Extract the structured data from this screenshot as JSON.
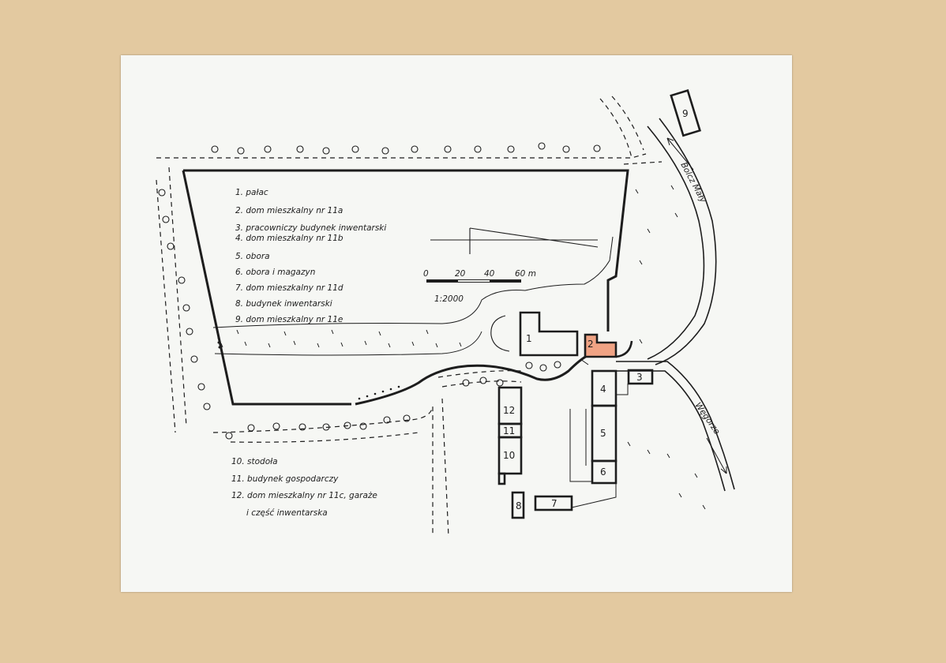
{
  "legend": {
    "items": [
      "1. pałac",
      "2. dom mieszkalny nr 11a",
      "3. pracowniczy budynek inwentarski",
      "4. dom mieszkalny nr 11b",
      "5. obora",
      "6. obora i magazyn",
      "7. dom mieszkalny nr 11d",
      "8. budynek inwentarski",
      "9. dom mieszkalny nr 11e"
    ],
    "items2": [
      "10. stodoła",
      "11. budynek gospodarczy",
      "12. dom mieszkalny nr 11c, garaże"
    ],
    "item12_cont": "i część inwentarska"
  },
  "scale": {
    "ticks": [
      "0",
      "20",
      "40",
      "60 m"
    ],
    "ratio": "1:2000"
  },
  "roads": {
    "upper": "Bolcz Mały",
    "lower": "Węgorze"
  },
  "buildings": {
    "b1": "1",
    "b2": "2",
    "b3": "3",
    "b4": "4",
    "b5": "5",
    "b6": "6",
    "b7": "7",
    "b8": "8",
    "b9": "9",
    "b10": "10",
    "b11": "11",
    "b12": "12"
  },
  "colors": {
    "paper": "#f6f7f4",
    "mat": "#e3c9a0",
    "ink": "#1d1d1d",
    "highlight": "#f0a384"
  }
}
